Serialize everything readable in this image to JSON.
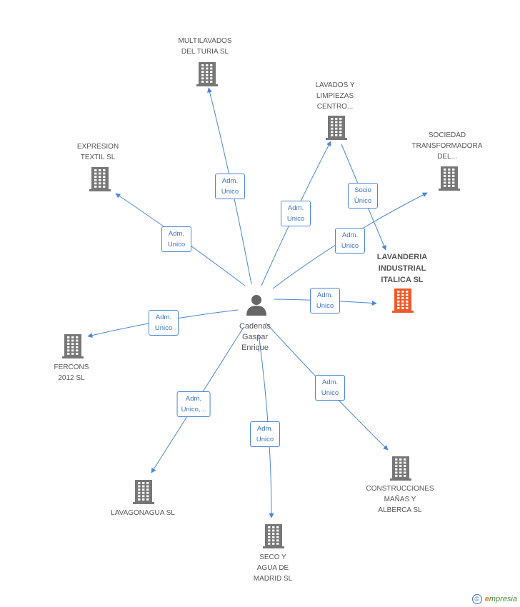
{
  "colors": {
    "edge": "#4a86d8",
    "building": "#777777",
    "focus_building": "#f05a28",
    "person": "#666666"
  },
  "person": {
    "name": "Cadenas\nGaspar\nEnrique",
    "icon": "person-icon"
  },
  "companies": [
    {
      "id": "multilavados",
      "label": "MULTILAVADOS\nDEL TURIA SL"
    },
    {
      "id": "lavados",
      "label": "LAVADOS Y\nLIMPIEZAS\nCENTRO..."
    },
    {
      "id": "sociedad",
      "label": "SOCIEDAD\nTRANSFORMADORA\nDEL..."
    },
    {
      "id": "expresion",
      "label": "EXPRESION\nTEXTIL SL"
    },
    {
      "id": "lavanderia",
      "label": "LAVANDERIA\nINDUSTRIAL\nITALICA SL",
      "focus": true
    },
    {
      "id": "fercons",
      "label": "FERCONS\n2012  SL"
    },
    {
      "id": "construcciones",
      "label": "CONSTRUCCIONES\nMAÑAS Y\nALBERCA SL"
    },
    {
      "id": "lavagonagua",
      "label": "LAVAGONAGUA SL"
    },
    {
      "id": "seco",
      "label": "SECO Y\nAGUA DE\nMADRID SL"
    }
  ],
  "relations": [
    {
      "from": "person",
      "to": "multilavados",
      "label": "Adm.\nUnico"
    },
    {
      "from": "person",
      "to": "lavados",
      "label": "Adm.\nUnico"
    },
    {
      "from": "person",
      "to": "sociedad",
      "label": "Adm.\nUnico"
    },
    {
      "from": "person",
      "to": "expresion",
      "label": "Adm.\nUnico"
    },
    {
      "from": "person",
      "to": "lavanderia",
      "label": "Adm.\nUnico"
    },
    {
      "from": "person",
      "to": "fercons",
      "label": "Adm.\nUnico"
    },
    {
      "from": "person",
      "to": "construcciones",
      "label": "Adm.\nUnico"
    },
    {
      "from": "person",
      "to": "lavagonagua",
      "label": "Adm.\nUnico,..."
    },
    {
      "from": "person",
      "to": "seco",
      "label": "Adm.\nUnico"
    },
    {
      "from": "lavados",
      "to": "lavanderia",
      "label": "Socio\nÚnico"
    }
  ],
  "footer": {
    "copyright": "©",
    "brand_initial": "e",
    "brand_rest": "mpresia"
  }
}
